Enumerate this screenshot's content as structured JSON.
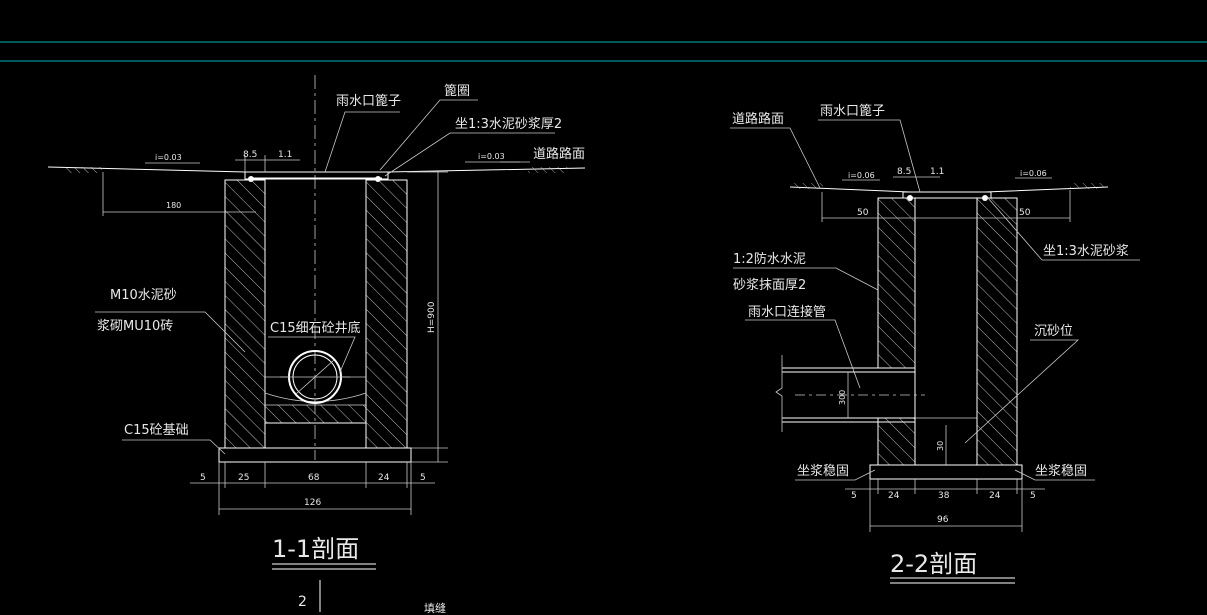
{
  "colors": {
    "background": "#000000",
    "line": "#ffffff",
    "accent_line": "#00b4b4",
    "text": "#e8e8e8"
  },
  "section_1": {
    "title": "1-1剖面",
    "sheet_no": "2",
    "grate_label": "雨水口篦子",
    "rim_label": "篦圈",
    "mortar_label": "坐1:3水泥砂浆厚2",
    "road_label": "道路路面",
    "slope_left": "i=0.03",
    "slope_right": "i=0.03",
    "dim_85": "8.5",
    "dim_11": "1.1",
    "dim_180": "180",
    "wall_label_1": "M10水泥砂",
    "wall_label_2": "浆砌MU10砖",
    "bottom_label": "C15细石砼井底",
    "base_label": "C15砼基础",
    "height_label": "H=900",
    "bottom_dims": [
      "5",
      "25",
      "68",
      "24",
      "5"
    ],
    "total_dim": "126",
    "cut_text": "填缝"
  },
  "section_2": {
    "title": "2-2剖面",
    "road_label": "道路路面",
    "grate_label": "雨水口篦子",
    "slope_left": "i=0.06",
    "slope_right": "i=0.06",
    "dim_85": "8.5",
    "dim_11": "1.1",
    "dim_50_left": "50",
    "dim_50_right": "50",
    "mortar_label": "坐1:3水泥砂浆",
    "waterproof_label_1": "1:2防水水泥",
    "waterproof_label_2": "砂浆抹面厚2",
    "pipe_label": "雨水口连接管",
    "sump_label": "沉砂位",
    "pipe_dim": "300",
    "sump_dim": "30",
    "grout_left": "坐浆稳固",
    "grout_right": "坐浆稳固",
    "bottom_dims": [
      "5",
      "24",
      "38",
      "24",
      "5"
    ],
    "total_dim": "96"
  }
}
